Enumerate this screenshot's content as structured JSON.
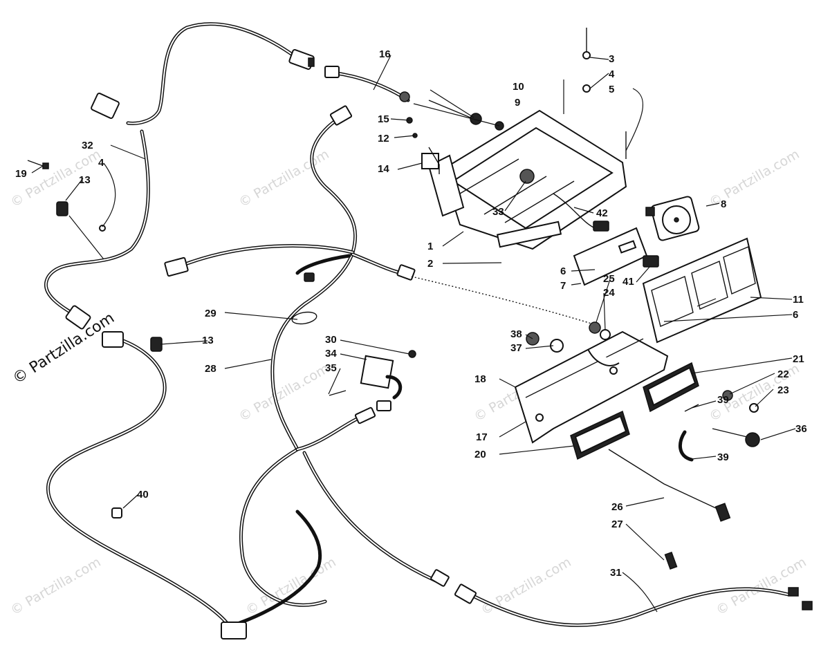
{
  "copyright": "© Partzilla.com",
  "watermark": "© Partzilla.com",
  "callouts": [
    {
      "id": "c1",
      "label": "1"
    },
    {
      "id": "c2",
      "label": "2"
    },
    {
      "id": "c3",
      "label": "3"
    },
    {
      "id": "c4a",
      "label": "4"
    },
    {
      "id": "c4b",
      "label": "4"
    },
    {
      "id": "c5",
      "label": "5"
    },
    {
      "id": "c6a",
      "label": "6"
    },
    {
      "id": "c6b",
      "label": "6"
    },
    {
      "id": "c7",
      "label": "7"
    },
    {
      "id": "c8",
      "label": "8"
    },
    {
      "id": "c9",
      "label": "9"
    },
    {
      "id": "c10",
      "label": "10"
    },
    {
      "id": "c11",
      "label": "11"
    },
    {
      "id": "c12",
      "label": "12"
    },
    {
      "id": "c13a",
      "label": "13"
    },
    {
      "id": "c13b",
      "label": "13"
    },
    {
      "id": "c14",
      "label": "14"
    },
    {
      "id": "c15",
      "label": "15"
    },
    {
      "id": "c16",
      "label": "16"
    },
    {
      "id": "c17",
      "label": "17"
    },
    {
      "id": "c18",
      "label": "18"
    },
    {
      "id": "c19",
      "label": "19"
    },
    {
      "id": "c20",
      "label": "20"
    },
    {
      "id": "c21",
      "label": "21"
    },
    {
      "id": "c22",
      "label": "22"
    },
    {
      "id": "c23",
      "label": "23"
    },
    {
      "id": "c24",
      "label": "24"
    },
    {
      "id": "c25",
      "label": "25"
    },
    {
      "id": "c26",
      "label": "26"
    },
    {
      "id": "c27",
      "label": "27"
    },
    {
      "id": "c28",
      "label": "28"
    },
    {
      "id": "c29",
      "label": "29"
    },
    {
      "id": "c30",
      "label": "30"
    },
    {
      "id": "c31",
      "label": "31"
    },
    {
      "id": "c32",
      "label": "32"
    },
    {
      "id": "c33",
      "label": "33"
    },
    {
      "id": "c34",
      "label": "34"
    },
    {
      "id": "c35",
      "label": "35"
    },
    {
      "id": "c36",
      "label": "36"
    },
    {
      "id": "c37",
      "label": "37"
    },
    {
      "id": "c38",
      "label": "38"
    },
    {
      "id": "c39a",
      "label": "39"
    },
    {
      "id": "c39b",
      "label": "39"
    },
    {
      "id": "c40",
      "label": "40"
    },
    {
      "id": "c41",
      "label": "41"
    },
    {
      "id": "c42",
      "label": "42"
    }
  ]
}
